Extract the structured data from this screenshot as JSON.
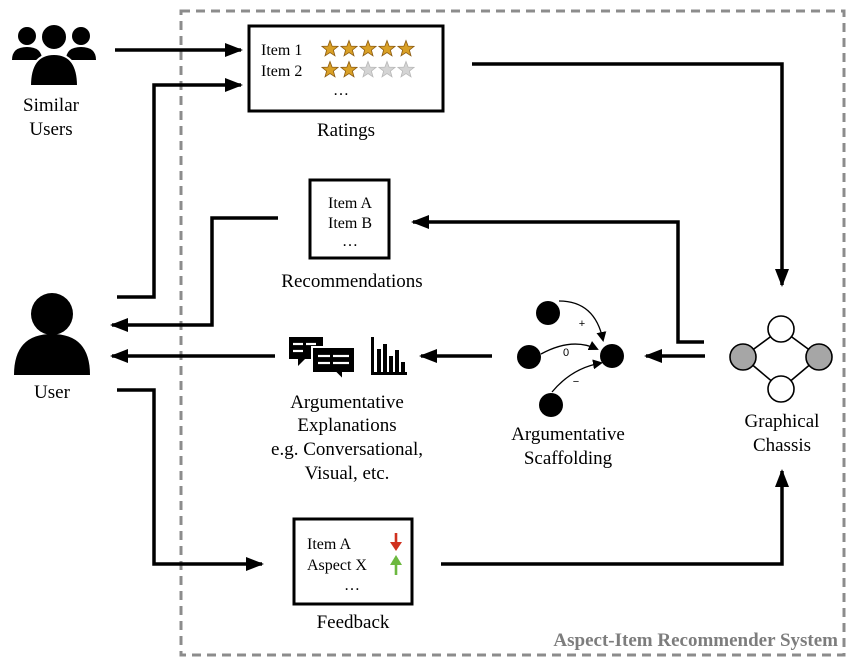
{
  "system": {
    "title": "Aspect-Item Recommender System"
  },
  "actors": {
    "similar_users": {
      "label_line1": "Similar",
      "label_line2": "Users",
      "icon": "users-group-icon"
    },
    "user": {
      "label": "User",
      "icon": "user-icon"
    }
  },
  "ratings": {
    "caption": "Ratings",
    "rows": [
      {
        "item": "Item 1",
        "stars_filled": 5,
        "stars_total": 5
      },
      {
        "item": "Item 2",
        "stars_filled": 2,
        "stars_total": 5
      }
    ],
    "ellipsis": "…"
  },
  "recommendations": {
    "caption": "Recommendations",
    "items": [
      "Item A",
      "Item B"
    ],
    "ellipsis": "…"
  },
  "explanations": {
    "line1": "Argumentative",
    "line2": "Explanations",
    "line3": "e.g. Conversational,",
    "line4": "Visual, etc.",
    "icons": [
      "speech-bubbles-icon",
      "bar-chart-icon"
    ]
  },
  "scaffolding": {
    "line1": "Argumentative",
    "line2": "Scaffolding",
    "edge_labels": [
      "+",
      "0",
      "−"
    ]
  },
  "chassis": {
    "line1": "Graphical",
    "line2": "Chassis",
    "colors": {
      "grey_node": "#a6a6a6",
      "white_node": "#ffffff"
    }
  },
  "feedback": {
    "caption": "Feedback",
    "rows": [
      {
        "label": "Item A",
        "direction": "down",
        "color": "#d0311f"
      },
      {
        "label": "Aspect X",
        "direction": "up",
        "color": "#6cb83f"
      }
    ],
    "ellipsis": "…"
  },
  "colors": {
    "star_fill": "#d9a026",
    "star_empty": "#d4d4d4",
    "dashed_border": "#8c8c8c",
    "system_title": "#7d7d7d"
  }
}
